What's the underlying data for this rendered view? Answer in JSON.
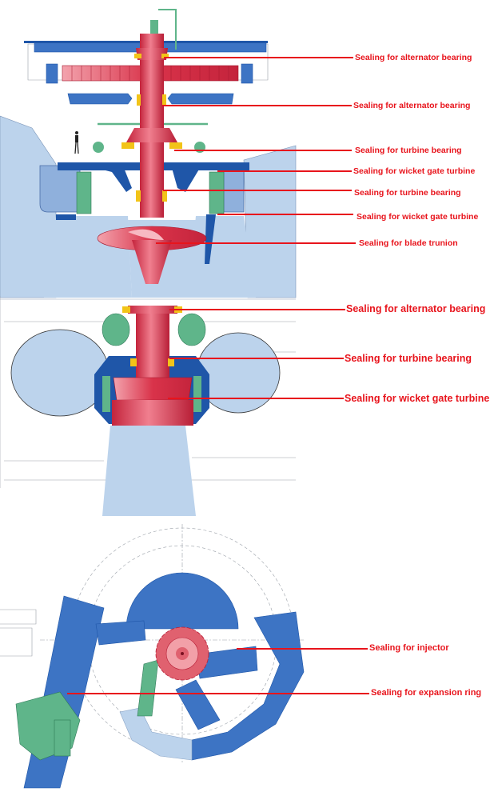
{
  "colors": {
    "label_red": "#e8141c",
    "rotor_red": "#d9334a",
    "structure_blue": "#3d74c4",
    "dark_blue": "#1f56a8",
    "water_blue": "#bcd3ec",
    "green": "#5fb58a",
    "bearing_yellow": "#f2c418"
  },
  "panels": [
    {
      "name": "kaplan-turbine",
      "labels": [
        "Sealing for alternator bearing",
        "Sealing for alternator bearing",
        "Sealing for turbine bearing",
        "Sealing for wicket gate turbine",
        "Sealing for turbine bearing",
        "Sealing for wicket gate turbine",
        "Sealing for blade trunion"
      ]
    },
    {
      "name": "francis-turbine",
      "labels": [
        "Sealing for alternator bearing",
        "Sealing for turbine bearing",
        "Sealing for wicket gate turbine"
      ]
    },
    {
      "name": "pelton-turbine",
      "labels": [
        "Sealing for injector",
        "Sealing for expansion ring"
      ]
    }
  ]
}
